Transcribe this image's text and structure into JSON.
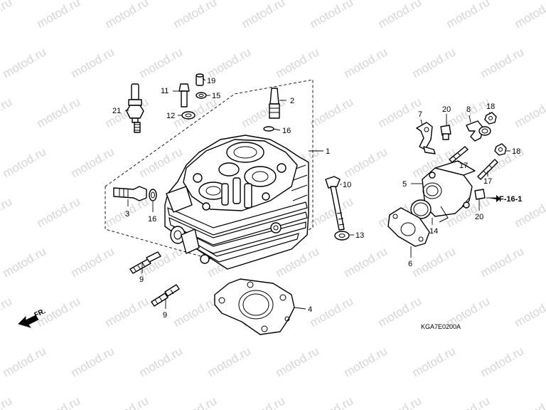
{
  "watermark": "motod.ru",
  "diagram_code": "KGA7E0200A",
  "reference": "F-16-1",
  "front_label": "FR.",
  "callouts": {
    "c1": "1",
    "c2": "2",
    "c3": "3",
    "c4": "4",
    "c5": "5",
    "c6": "6",
    "c7": "7",
    "c8": "8",
    "c9a": "9",
    "c9b": "9",
    "c10": "10",
    "c11": "11",
    "c12": "12",
    "c13": "13",
    "c14": "14",
    "c15": "15",
    "c16a": "16",
    "c16b": "16",
    "c17a": "17",
    "c17b": "17",
    "c18a": "18",
    "c18b": "18",
    "c19": "19",
    "c20a": "20",
    "c20b": "20",
    "c21": "21"
  }
}
